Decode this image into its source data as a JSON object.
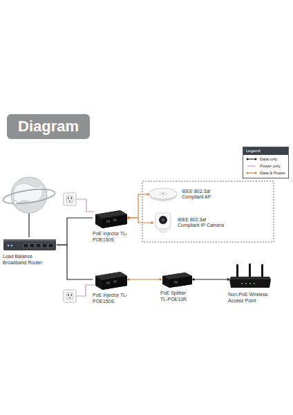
{
  "diagram": {
    "title": "Diagram",
    "nodes": [
      {
        "text": [
          "Load Balance Broadband Router"
        ]
      },
      {
        "text": [
          "PoE Injector TL-POE150S"
        ]
      },
      {
        "text": [
          "IEEE 802.3af Compliant AP"
        ]
      },
      {
        "text": [
          "IEEE 802.3af Compliant IP Camera"
        ]
      },
      {
        "text": [
          "PoE Injector TL-POE150S"
        ]
      },
      {
        "text": [
          "PoE Splitter TL-POE10R"
        ]
      },
      {
        "text": [
          "Non-PoE Wireless Access Point"
        ]
      }
    ],
    "edges": [
      {
        "from": 0,
        "to": 1,
        "arrow": "none"
      },
      {
        "from": 0,
        "to": 4,
        "arrow": "none"
      },
      {
        "from": 1,
        "to": 2,
        "arrow": "none"
      },
      {
        "from": 1,
        "to": 3,
        "arrow": "none"
      },
      {
        "from": 4,
        "to": 5,
        "arrow": "none"
      },
      {
        "from": 5,
        "to": 6,
        "arrow": "none"
      }
    ],
    "labels": [
      "Legend:"
    ],
    "legend": [
      {
        "text": "Data only"
      },
      {
        "text": "Power only"
      },
      {
        "text": "Data & Power"
      }
    ]
  }
}
